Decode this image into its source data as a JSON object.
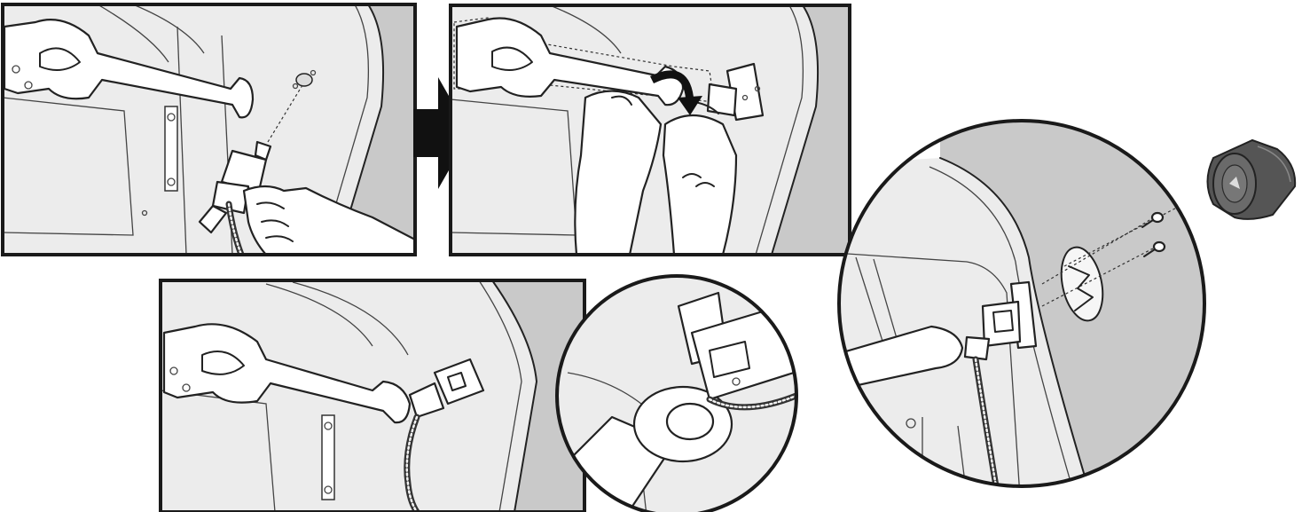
{
  "figure": {
    "panels": [
      {
        "name": "step-1-insert-socket"
      },
      {
        "name": "step-2-press-tab"
      },
      {
        "name": "step-3-connected-socket"
      },
      {
        "name": "detail-socket-in-grommet"
      },
      {
        "name": "detail-knob-and-screws"
      }
    ],
    "arrow": {
      "direction": "right"
    },
    "colors": {
      "line": "#222222",
      "wall": "#c9c9c9",
      "ceiling": "#ececec",
      "arrow": "#111111",
      "knob": "#555555"
    }
  }
}
